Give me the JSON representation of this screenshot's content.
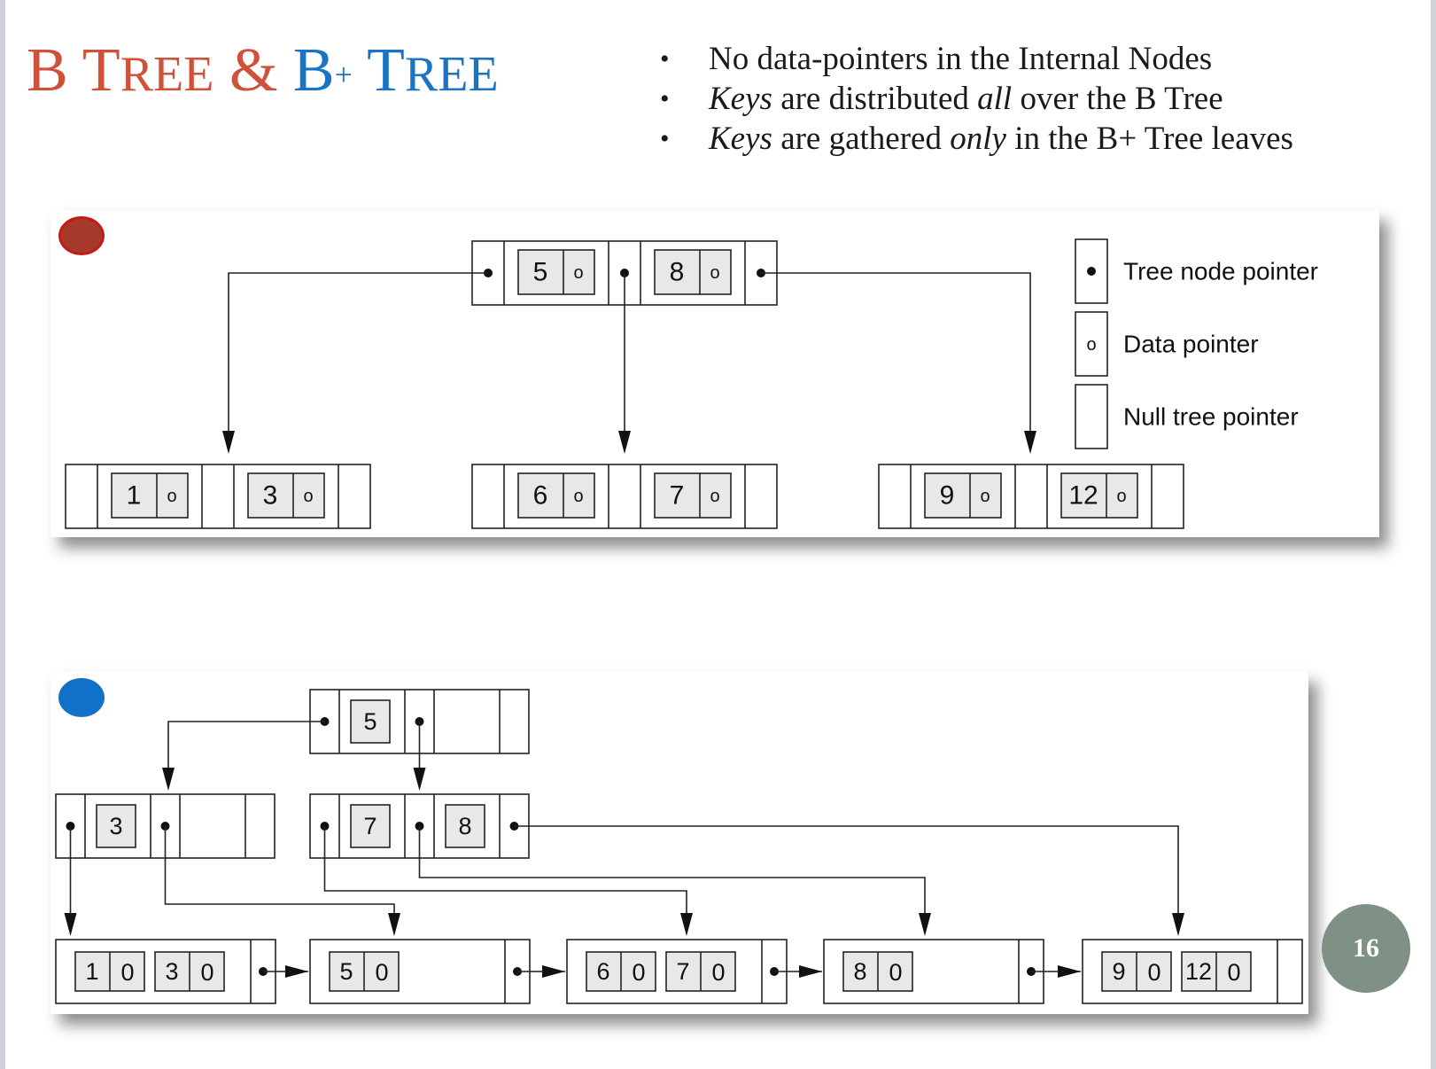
{
  "slide": {
    "title": {
      "part1": "B T",
      "part1_sc": "REE",
      "amp": " & ",
      "part2": "B",
      "part2_sup": "+",
      "part3": " T",
      "part3_sc": "REE"
    },
    "bullets": [
      {
        "segments": [
          {
            "text": "No data-pointers in the Internal Nodes",
            "italic": false
          }
        ]
      },
      {
        "segments": [
          {
            "text": "Keys",
            "italic": true
          },
          {
            "text": " are distributed ",
            "italic": false
          },
          {
            "text": "all",
            "italic": true
          },
          {
            "text": " over the B Tree",
            "italic": false
          }
        ]
      },
      {
        "segments": [
          {
            "text": "Keys",
            "italic": true
          },
          {
            "text": " are gathered ",
            "italic": false
          },
          {
            "text": "only",
            "italic": true
          },
          {
            "text": " in the B+ Tree leaves",
            "italic": false
          }
        ]
      }
    ],
    "page_number": "16"
  },
  "b_tree": {
    "badge_color": "#a63a2a",
    "root": {
      "keys": [
        "5",
        "8"
      ],
      "data_pointer_symbol": "o"
    },
    "leaves": [
      {
        "keys": [
          "1",
          "3"
        ]
      },
      {
        "keys": [
          "6",
          "7"
        ]
      },
      {
        "keys": [
          "9",
          "12"
        ]
      }
    ],
    "legend": [
      {
        "symbol": "•",
        "label": "Tree node pointer"
      },
      {
        "symbol": "o",
        "label": "Data pointer"
      },
      {
        "symbol": "",
        "label": "Null tree pointer"
      }
    ]
  },
  "bplus_tree": {
    "badge_color": "#1170c7",
    "root": {
      "keys": [
        "5"
      ]
    },
    "internal": [
      {
        "keys": [
          "3"
        ]
      },
      {
        "keys": [
          "7",
          "8"
        ]
      }
    ],
    "leaves": [
      {
        "entries": [
          {
            "key": "1",
            "ptr": "0"
          },
          {
            "key": "3",
            "ptr": "0"
          }
        ]
      },
      {
        "entries": [
          {
            "key": "5",
            "ptr": "0"
          }
        ]
      },
      {
        "entries": [
          {
            "key": "6",
            "ptr": "0"
          },
          {
            "key": "7",
            "ptr": "0"
          }
        ]
      },
      {
        "entries": [
          {
            "key": "8",
            "ptr": "0"
          }
        ]
      },
      {
        "entries": [
          {
            "key": "9",
            "ptr": "0"
          },
          {
            "key": "12",
            "ptr": "0"
          }
        ]
      }
    ]
  }
}
